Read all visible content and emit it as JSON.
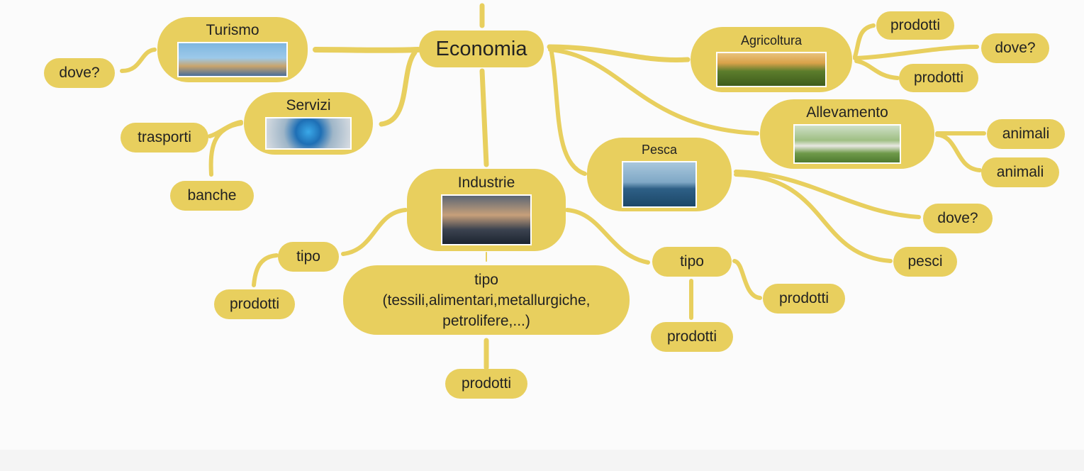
{
  "map": {
    "central": "Economia",
    "turismo": {
      "label": "Turismo",
      "children": [
        "dove?"
      ]
    },
    "servizi": {
      "label": "Servizi",
      "children": [
        "trasporti",
        "banche"
      ]
    },
    "industrie": {
      "label": "Industrie",
      "left": {
        "label": "tipo",
        "children": [
          "prodotti"
        ]
      },
      "center": {
        "label": "tipo\n(tessili,alimentari,metallurgiche,\npetrolifere,...)",
        "children": [
          "prodotti"
        ]
      },
      "right": {
        "label": "tipo",
        "children": [
          "prodotti",
          "prodotti"
        ]
      }
    },
    "pesca": {
      "label": "Pesca",
      "children": [
        "dove?",
        "pesci"
      ]
    },
    "agricoltura": {
      "label": "Agricoltura",
      "children": [
        "prodotti",
        "dove?",
        "prodotti"
      ]
    },
    "allevamento": {
      "label": "Allevamento",
      "children": [
        "animali",
        "animali"
      ]
    }
  },
  "images": {
    "turismo": "world-landmarks-photo",
    "servizi": "globe-in-hands-photo",
    "industrie": "factory-smoke-photo",
    "pesca": "fishing-boat-photo",
    "agricoltura": "tractor-field-photo",
    "allevamento": "cattle-pasture-photo"
  },
  "colors": {
    "node": "#e8cf5e",
    "background": "#fbfbfb"
  }
}
